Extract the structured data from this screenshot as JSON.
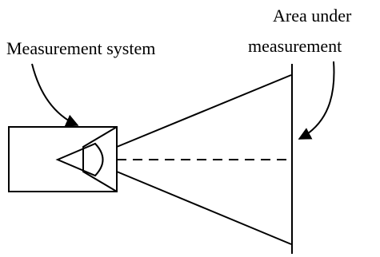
{
  "labels": {
    "measurement_system": "Measurement system",
    "area_line1": "Area under",
    "area_line2": "measurement"
  }
}
